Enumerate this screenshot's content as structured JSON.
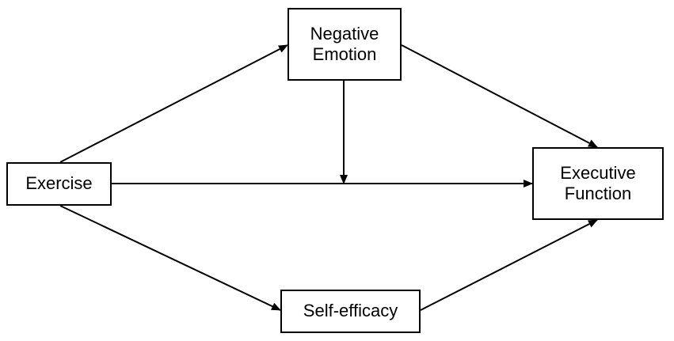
{
  "nodes": {
    "exercise": {
      "label": "Exercise"
    },
    "negative_emotion": {
      "label": "Negative\nEmotion"
    },
    "self_efficacy": {
      "label": "Self-efficacy"
    },
    "executive_function": {
      "label": "Executive\nFunction"
    }
  },
  "edges": [
    {
      "from": "exercise",
      "to": "negative_emotion"
    },
    {
      "from": "exercise",
      "to": "self_efficacy"
    },
    {
      "from": "exercise",
      "to": "executive_function"
    },
    {
      "from": "negative_emotion",
      "to": "executive_function"
    },
    {
      "from": "self_efficacy",
      "to": "executive_function"
    },
    {
      "from": "negative_emotion",
      "to": "exercise-executive_function-path",
      "type": "moderation"
    }
  ],
  "colors": {
    "stroke": "#000000",
    "background": "#ffffff"
  }
}
